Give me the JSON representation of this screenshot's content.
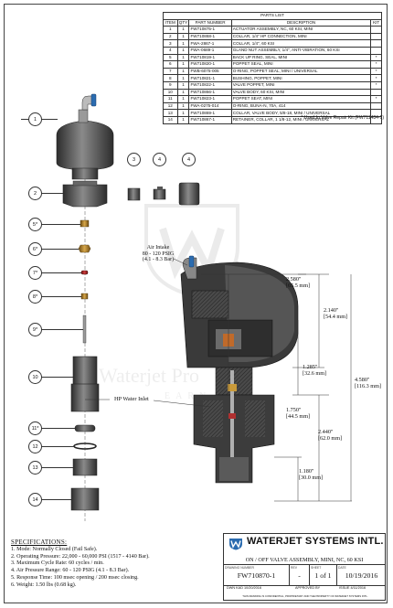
{
  "parts_list": {
    "title": "PARTS LIST",
    "headers": [
      "ITEM",
      "QTY",
      "PART NUMBER",
      "DESCRIPTION",
      "KIT"
    ],
    "rows": [
      {
        "item": "1",
        "qty": "1",
        "pn": "FW710875-1",
        "desc": "ACTUATOR ASSEMBLY, NC, 60 KSI, MINI",
        "kit": ""
      },
      {
        "item": "2",
        "qty": "1",
        "pn": "FW710868-1",
        "desc": "COLLAR, 1/4\" HP CONNECTION, MINI",
        "kit": ""
      },
      {
        "item": "3",
        "qty": "1",
        "pn": "FWA-2867-1",
        "desc": "COLLAR, 1/4\", 60 KSI",
        "kit": ""
      },
      {
        "item": "4",
        "qty": "1",
        "pn": "FWA-0689-1",
        "desc": "GLAND NUT ASSEMBLY, 1/4\", ANTI-VIBRATION, 60 KSI",
        "kit": ""
      },
      {
        "item": "5",
        "qty": "1",
        "pn": "FW710819-1",
        "desc": "BACK UP RING, SEAL, MINI",
        "kit": "*"
      },
      {
        "item": "6",
        "qty": "1",
        "pn": "FW710820-1",
        "desc": "POPPET SEAL, MINI",
        "kit": "*"
      },
      {
        "item": "7",
        "qty": "1",
        "pn": "FWB-6075-005",
        "desc": "O-RING, POPPET SEAL, MINI / UNIVERSAL",
        "kit": "*"
      },
      {
        "item": "8",
        "qty": "1",
        "pn": "FW710821-1",
        "desc": "BUSHING, POPPET, MINI",
        "kit": "*"
      },
      {
        "item": "9",
        "qty": "1",
        "pn": "FW710822-1",
        "desc": "VALVE POPPET, MINI",
        "kit": "*"
      },
      {
        "item": "10",
        "qty": "1",
        "pn": "FW710866-1",
        "desc": "VALVE BODY, 60 KSI, MINI",
        "kit": ""
      },
      {
        "item": "11",
        "qty": "1",
        "pn": "FW710823-1",
        "desc": "POPPET SEAT, MINI",
        "kit": "*"
      },
      {
        "item": "12",
        "qty": "1",
        "pn": "FWA-0275-014",
        "desc": "O-RING, BUNA-N, 70A, 414",
        "kit": ""
      },
      {
        "item": "13",
        "qty": "1",
        "pn": "FW710869-1",
        "desc": "COLLAR, VALVE BODY, 5/8-18, MINI / UNIVERSAL",
        "kit": ""
      },
      {
        "item": "14",
        "qty": "1",
        "pn": "FW710867-1",
        "desc": "RETAINER, COLLAR, 1 1/8-12, MINI / UNIVERSAL",
        "kit": ""
      }
    ],
    "kit_note": "* Used In Valve Repair Kit (FW711484-1)"
  },
  "bubbles": {
    "b1": "1",
    "b2": "2",
    "b3": "3",
    "b4": "4",
    "b4b": "4",
    "b5": "5*",
    "b6": "6*",
    "b7": "7*",
    "b8": "8*",
    "b9": "9*",
    "b10": "10",
    "b11": "11*",
    "b12": "12",
    "b13": "13",
    "b14": "14"
  },
  "annotations": {
    "air_intake": [
      "Air Intake",
      "80 - 120 PSIG",
      "(4.1 - 8.3 Bar)"
    ],
    "hp_inlet": "HP Water Inlet"
  },
  "dimensions": {
    "d1": [
      "2.580\"",
      "[65.5 mm]"
    ],
    "d2": [
      "2.140\"",
      "[54.4 mm]"
    ],
    "d3": [
      "1.285\"",
      "[32.6 mm]"
    ],
    "d4": [
      "4.580\"",
      "[116.3 mm]"
    ],
    "d5": [
      "1.750\"",
      "[44.5 mm]"
    ],
    "d6": [
      "2.440\"",
      "[62.0 mm]"
    ],
    "d7": [
      "1.180\"",
      "[30.0 mm]"
    ]
  },
  "watermark": {
    "main": "Waterjet Pro",
    "sub": "EARN"
  },
  "specifications": {
    "title": "SPECIFICATIONS:",
    "items": [
      "1. Mode:  Normally Closed (Fail Safe).",
      "2. Operating Pressure: 22,000 - 60,000 PSI (1517 - 4140 Bar).",
      "3. Maximum Cycle Rate:  60 cycles / min.",
      "4. Air Pressure Range: 60 - 120 PSIG (4.1 - 8.3 Bar).",
      "5. Response Time:  100 msec opening / 200 msec closing.",
      "6. Weight:  1.50 lbs (0.68 kg)."
    ]
  },
  "title_block": {
    "company": "WATERJET SYSTEMS INTL.",
    "description": "ON / OFF VALVE ASSEMBLY, MINI, NC, 60 KSI",
    "dwg_label": "DRAWING NUMBER",
    "dwg_no": "FW710870-1",
    "rev_label": "REV",
    "rev": "-",
    "sheet_label": "SHEET",
    "sheet": "1 of 1",
    "date_label": "DATE",
    "date": "10/19/2016",
    "drawn": "DWN  KAD  10/20/2016",
    "approved": "APPROVED BY",
    "issue": "ISSUE  4/11/2016",
    "footer": "THIS DRAWING IS CONFIDENTIAL, PROPRIETARY AND THE PROPERTY OF WATERJET SYSTEMS INTL."
  },
  "colors": {
    "line": "#333333",
    "body_dark": "#3a3a3a",
    "body_mid": "#777777",
    "accent_blue": "#2b6cb0"
  }
}
